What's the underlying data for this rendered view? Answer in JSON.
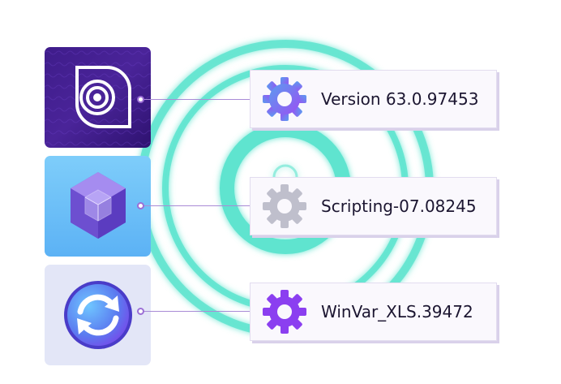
{
  "colors": {
    "ring": "#5fe4cf",
    "accent_purple": "#8b3ff0",
    "gear_gradient_blue": "#5a9cf0",
    "gear_gray": "#bfbfcc"
  },
  "items": [
    {
      "icon": "eye-icon",
      "tile_style": "dark-purple",
      "gear": "gradient-gear-icon",
      "label": "Version 63.0.97453"
    },
    {
      "icon": "cube-icon",
      "tile_style": "light-blue",
      "gear": "gray-gear-icon",
      "label": "Scripting-07.08245"
    },
    {
      "icon": "sync-icon",
      "tile_style": "pale-lavender",
      "gear": "purple-gear-icon",
      "label": "WinVar_XLS.39472"
    }
  ]
}
